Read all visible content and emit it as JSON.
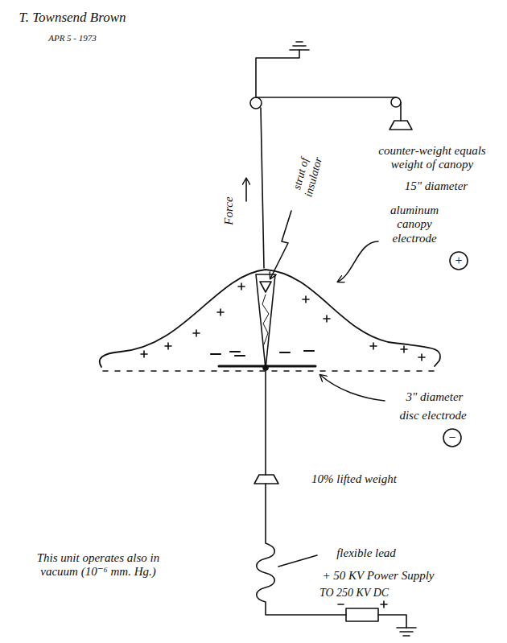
{
  "diagram": {
    "labels": [
      "T. Townsend Brown",
      "APR 5 - 1973",
      "counter-weight equals weight of canopy",
      "Force",
      "strut of insulator",
      "15\" diameter",
      "aluminum canopy electrode",
      "+",
      "3\" diameter",
      "disc electrode",
      "−",
      "10% lifted weight",
      "This unit operates also in vacuum (10⁻⁶ mm. Hg.)",
      "flexible lead",
      "+ 50 KV Power Supply",
      "TO 250 KV DC"
    ]
  }
}
